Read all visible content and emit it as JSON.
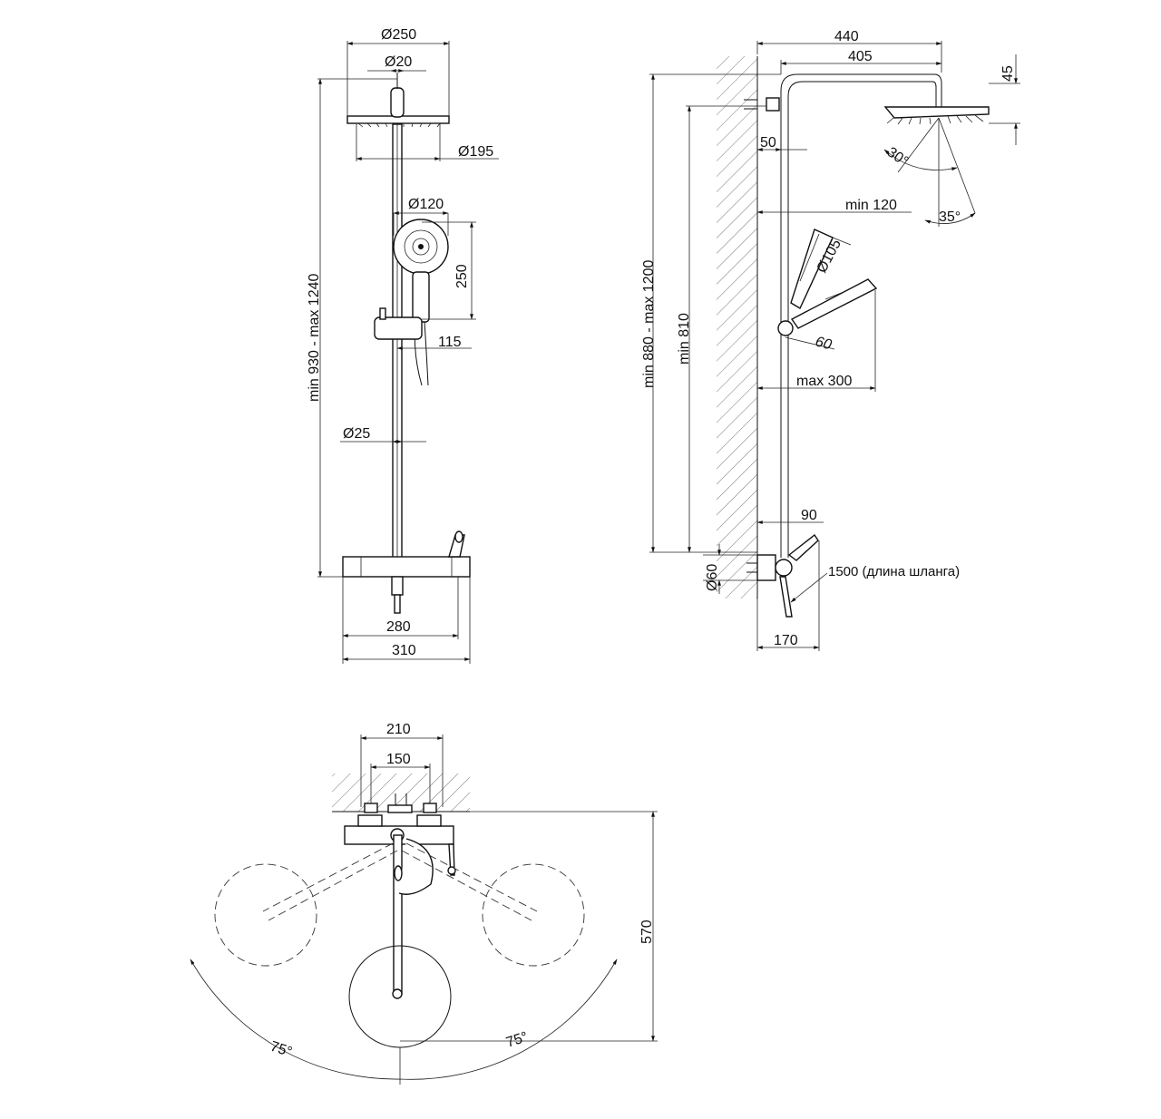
{
  "front_view": {
    "d_head_outer": "Ø250",
    "d_arm": "Ø20",
    "d_head_inner": "Ø195",
    "d_hand_shower": "Ø120",
    "hand_shower_height": "250",
    "holder_offset": "115",
    "d_rail": "Ø25",
    "height_range": "min 930 - max 1240",
    "mixer_width": "280",
    "total_width": "310"
  },
  "side_view": {
    "arm_total": "440",
    "arm_inner": "405",
    "head_thickness": "45",
    "wall_gap": "50",
    "angle_head_up": "30°",
    "angle_head_down": "35°",
    "hand_min_offset": "min 120",
    "d_hand": "Ø105",
    "holder_size": "60",
    "hand_max_offset": "max 300",
    "outer_height": "min 880 - max 1200",
    "inner_height": "min 810",
    "mixer_projection": "90",
    "d_connector": "Ø60",
    "hose_length": "1500 (длина шланга)",
    "mixer_depth": "170"
  },
  "top_view": {
    "connector_outer": "210",
    "connector_inner": "150",
    "depth": "570",
    "angle_left": "75°",
    "angle_right": "75°"
  }
}
